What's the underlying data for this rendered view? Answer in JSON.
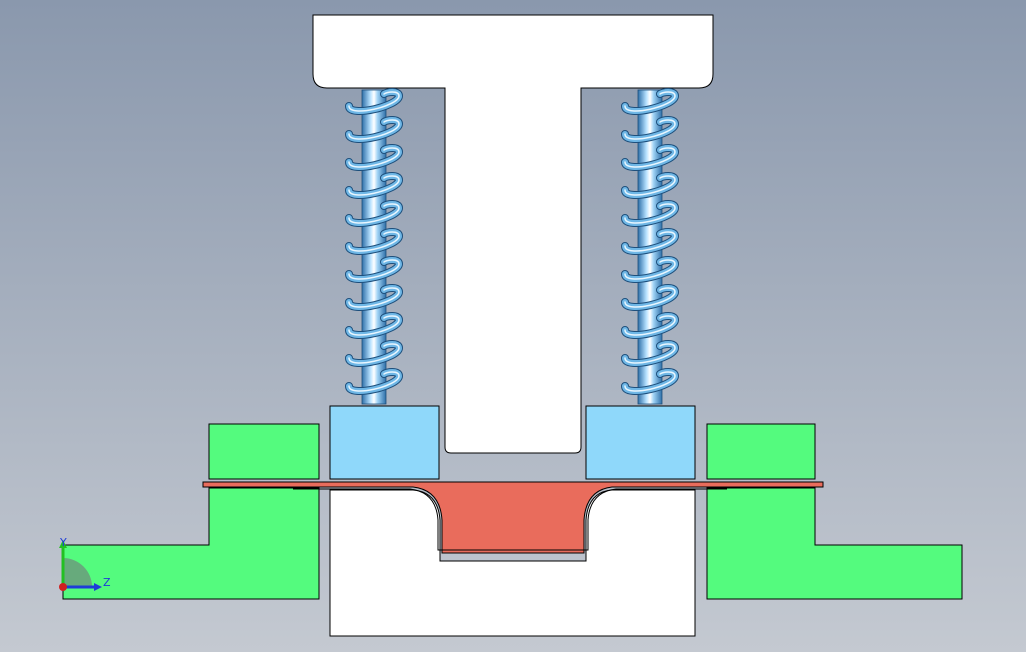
{
  "viewport": {
    "background_top": "#8a98ad",
    "background_bottom": "#c4c9d1"
  },
  "colors": {
    "punch": "#ffffff",
    "stripper_block": "#8fd8fa",
    "die_plate": "#54fb7e",
    "sheet_metal": "#e96c5c",
    "spring": "#6fb7e6",
    "outline": "#000000"
  },
  "components": {
    "punch": "punch",
    "stripper_blocks": 2,
    "springs": 2,
    "spring_coils_visible": 11,
    "die_plates": 2,
    "die_block": "die",
    "sheet": "formed-sheet"
  },
  "triad": {
    "y_label": "Y",
    "z_label": "Z",
    "y_color": "#22c022",
    "z_color": "#1e3cd8",
    "x_color": "#d02020"
  }
}
